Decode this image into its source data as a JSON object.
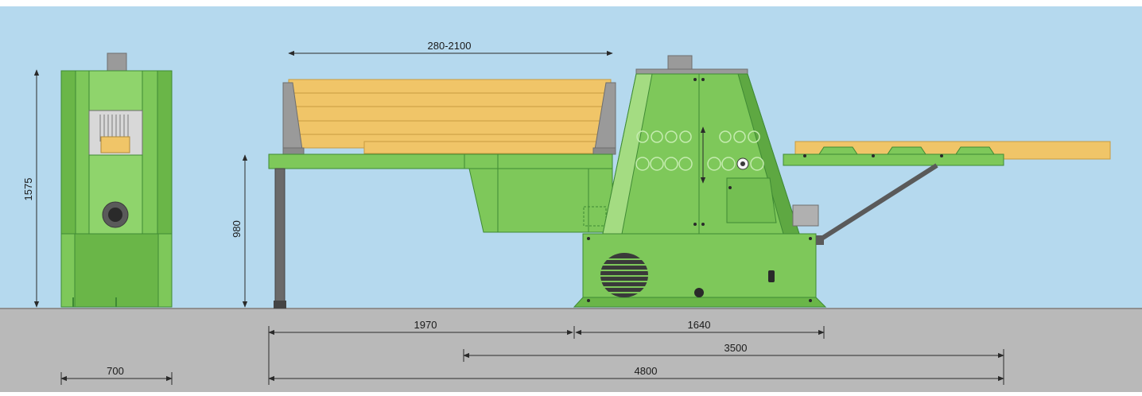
{
  "colors": {
    "sky": "#b5d9ee",
    "floor": "#b9b9b9",
    "machine_green": "#7ec85a",
    "machine_dark": "#3f8a34",
    "machine_light": "#a4dc82",
    "wood": "#f0c568",
    "metal": "#9a9a9a",
    "dim_line": "#2a2a2a"
  },
  "dimensions": {
    "overall_height": "1575",
    "table_height": "980",
    "workpiece_length": "280-2100",
    "infeed_length": "1970",
    "base_length": "1640",
    "outfeed_span": "3500",
    "total_length": "4800",
    "machine_width": "700"
  }
}
